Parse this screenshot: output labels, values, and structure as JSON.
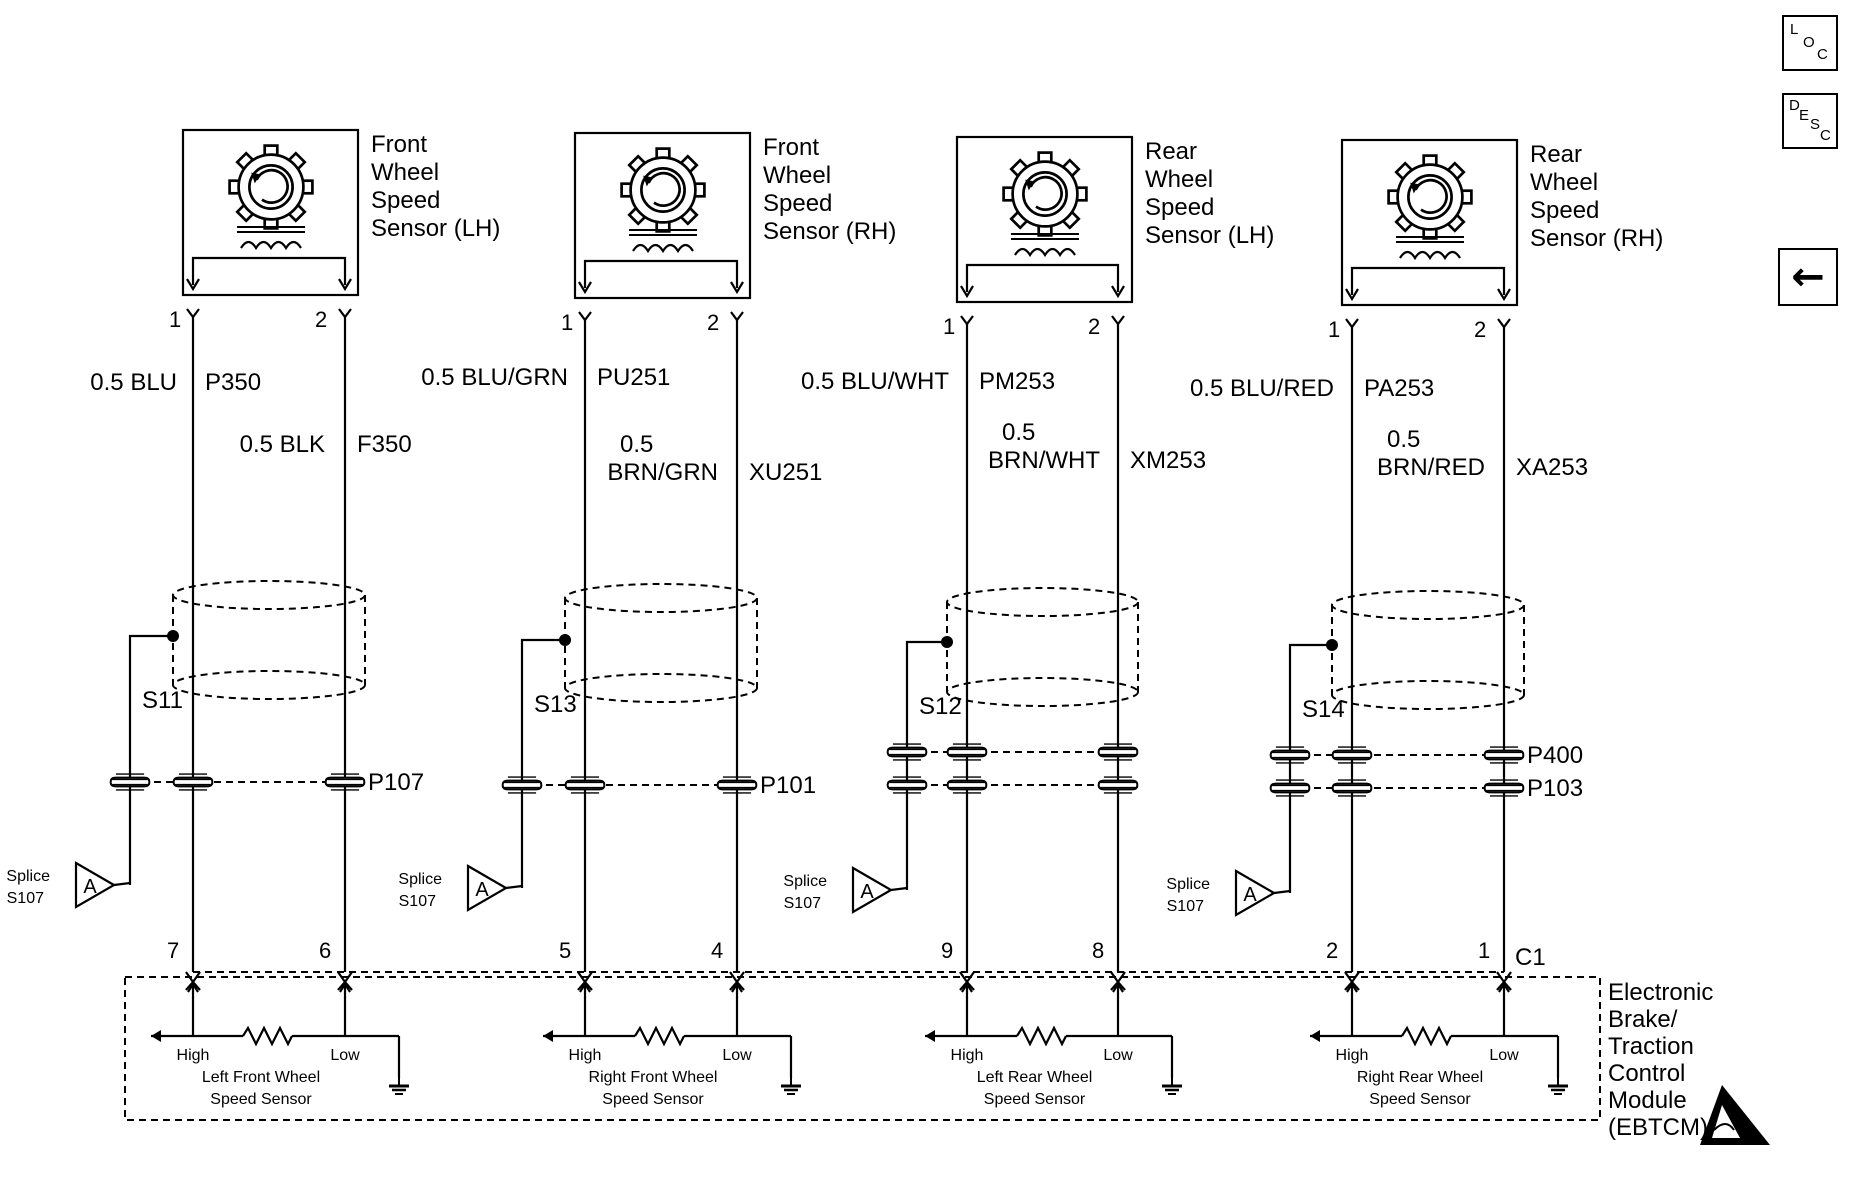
{
  "sensors": [
    {
      "name_lines": [
        "Front",
        "Wheel",
        "Speed",
        "Sensor (LH)"
      ],
      "pin_a": "1",
      "pin_b": "2",
      "wire_a_size": "0.5 BLU",
      "wire_a_circuit": "P350",
      "wire_b_size": "0.5 BLK",
      "wire_b_circuit": "F350",
      "shield_splice": "S11",
      "splice_label": [
        "Splice",
        "S107"
      ],
      "splice_tag": "A",
      "module_pin_high": "7",
      "module_pin_low": "6",
      "high": "High",
      "low": "Low",
      "internal_lines": [
        "Left Front Wheel",
        "Speed Sensor"
      ]
    },
    {
      "name_lines": [
        "Front",
        "Wheel",
        "Speed",
        "Sensor (RH)"
      ],
      "pin_a": "1",
      "pin_b": "2",
      "wire_a_size": "0.5 BLU/GRN",
      "wire_a_circuit": "PU251",
      "wire_b_size": [
        "0.5",
        "BRN/GRN"
      ],
      "wire_b_circuit": "XU251",
      "shield_splice": "S13",
      "splice_label": [
        "Splice",
        "S107"
      ],
      "splice_tag": "A",
      "module_pin_high": "5",
      "module_pin_low": "4",
      "high": "High",
      "low": "Low",
      "internal_lines": [
        "Right Front Wheel",
        "Speed Sensor"
      ]
    },
    {
      "name_lines": [
        "Rear",
        "Wheel",
        "Speed",
        "Sensor (LH)"
      ],
      "pin_a": "1",
      "pin_b": "2",
      "wire_a_size": "0.5 BLU/WHT",
      "wire_a_circuit": "PM253",
      "wire_b_size": [
        "0.5",
        "BRN/WHT"
      ],
      "wire_b_circuit": "XM253",
      "shield_splice": "S12",
      "splice_label": [
        "Splice",
        "S107"
      ],
      "splice_tag": "A",
      "module_pin_high": "9",
      "module_pin_low": "8",
      "high": "High",
      "low": "Low",
      "internal_lines": [
        "Left Rear Wheel",
        "Speed Sensor"
      ]
    },
    {
      "name_lines": [
        "Rear",
        "Wheel",
        "Speed",
        "Sensor (RH)"
      ],
      "pin_a": "1",
      "pin_b": "2",
      "wire_a_size": "0.5 BLU/RED",
      "wire_a_circuit": "PA253",
      "wire_b_size": [
        "0.5",
        "BRN/RED"
      ],
      "wire_b_circuit": "XA253",
      "shield_splice": "S14",
      "splice_label": [
        "Splice",
        "S107"
      ],
      "splice_tag": "A",
      "module_pin_high": "2",
      "module_pin_low": "1",
      "high": "High",
      "low": "Low",
      "internal_lines": [
        "Right Rear Wheel",
        "Speed Sensor"
      ]
    }
  ],
  "connectors": {
    "front_lh": "P107",
    "front_rh": "P101",
    "rear_upper": "P400",
    "rear_lower": "P103",
    "module": "C1"
  },
  "module_name_lines": [
    "Electronic",
    "Brake/",
    "Traction",
    "Control",
    "Module",
    "(EBTCM)"
  ],
  "nav": {
    "loc_top": "L",
    "loc_bottom": "O",
    "loc_sub": "C",
    "desc_1": "D",
    "desc_2": "E",
    "desc_3": "S",
    "desc_4": "C",
    "back_arrow": "←"
  }
}
